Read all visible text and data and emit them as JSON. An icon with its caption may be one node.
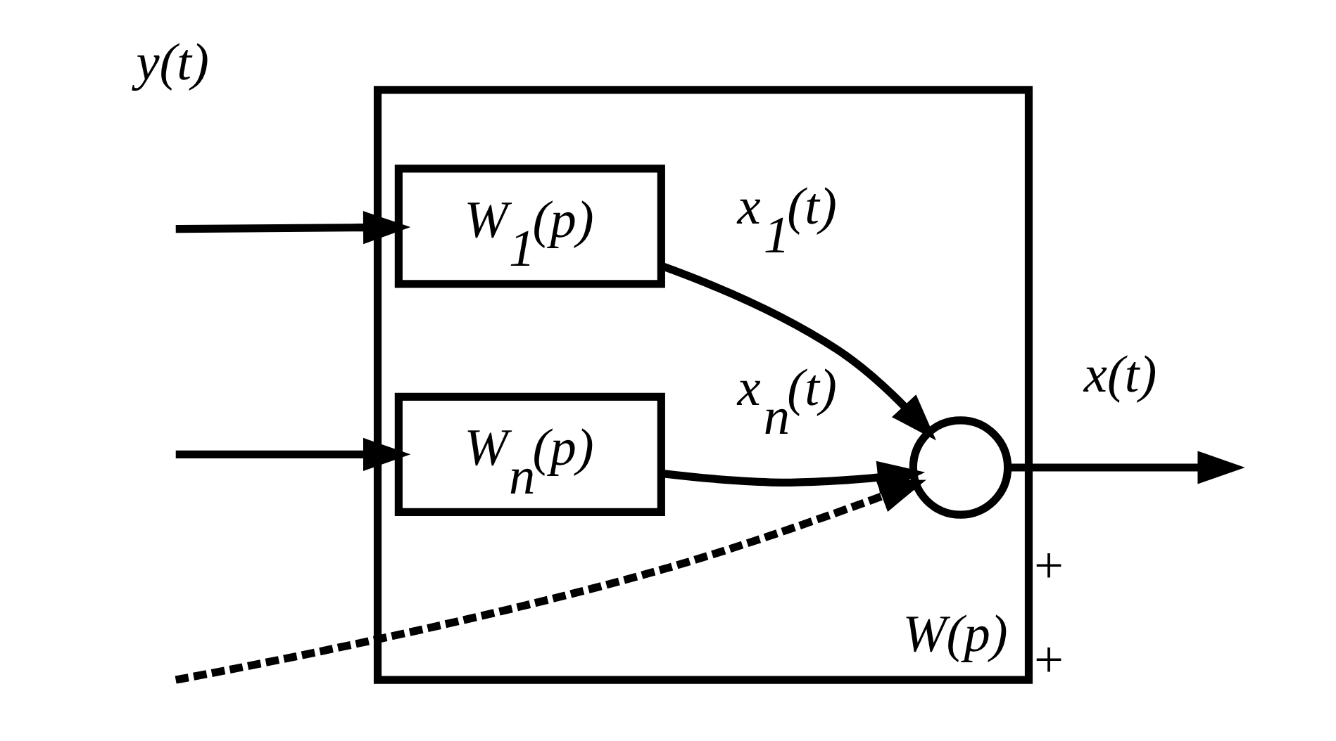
{
  "diagram": {
    "nodes": [
      {
        "text": [
          "W(p)"
        ]
      },
      {
        "text": [
          "W$_{1}$(p)"
        ],
        "in": 0
      },
      {
        "text": [
          "W$_{n}$(p)"
        ],
        "in": 0
      },
      {
        "text": [],
        "shape": "circle",
        "in": 0,
        "beside": [
          "+",
          "+"
        ]
      }
    ],
    "edges": [
      {
        "from": null,
        "to": 1,
        "arrow": "to"
      },
      {
        "from": null,
        "to": 2,
        "arrow": "to"
      },
      {
        "from": null,
        "to": 3,
        "arrow": "to",
        "style": "dashed"
      },
      {
        "from": 1,
        "to": 3,
        "arrow": "to",
        "label": "x$_{1}$(t)"
      },
      {
        "from": 2,
        "to": 3,
        "arrow": "to",
        "label": "x$_{n}$(t)"
      },
      {
        "from": 3,
        "to": null,
        "arrow": "to",
        "label": "x(t)"
      }
    ],
    "labels": [
      "y(t)"
    ]
  }
}
